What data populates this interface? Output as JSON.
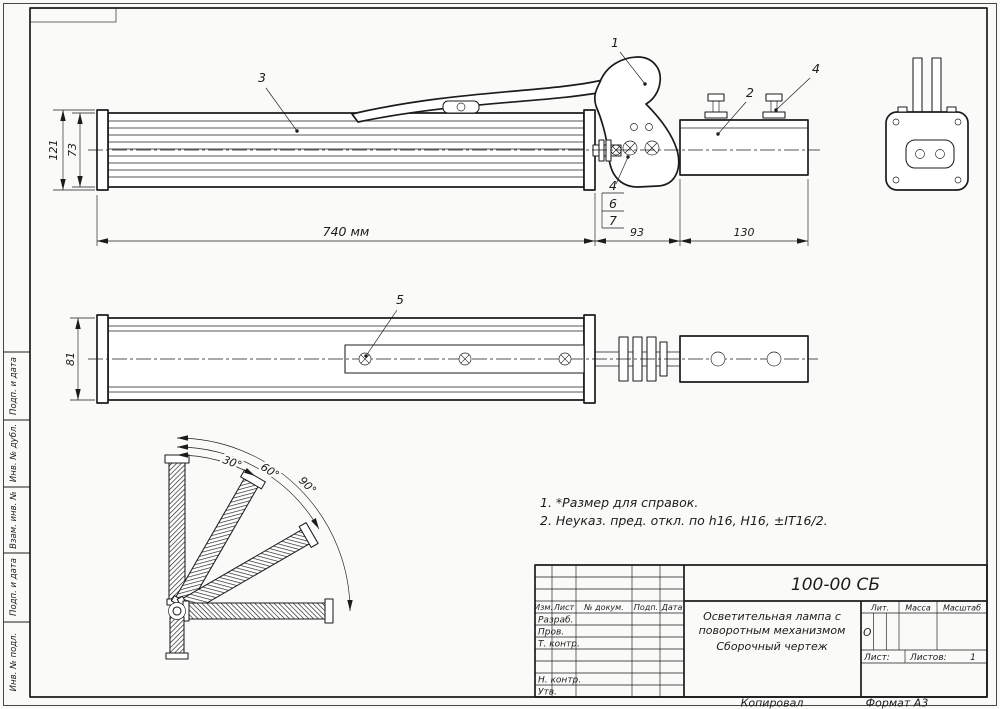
{
  "margins": {
    "copied": "Копировал",
    "format": "Формат  А3",
    "side_labels": [
      "Подп. и дата",
      "Инв. № дубл.",
      "Взам. инв. №",
      "Подп. и дата",
      "Инв. № подл."
    ]
  },
  "notes": [
    "1. *Размер для справок.",
    "2. Неуказ. пред. откл. по h16, Н16, ±IT16/2."
  ],
  "dimensions": {
    "d121": "121",
    "d73": "73",
    "d740": "740 мм",
    "d93": "93",
    "d130": "130",
    "d81": "81"
  },
  "angles": {
    "a30": "30°",
    "a60": "60°",
    "a90": "90°"
  },
  "callouts": {
    "c1": "1",
    "c2": "2",
    "c3": "3",
    "c4": "4",
    "c5": "5",
    "c6": "6",
    "c7": "7"
  },
  "title_block": {
    "doc_number": "100-00 СБ",
    "product_line1": "Осветительная лампа с",
    "product_line2": "поворотным механизмом",
    "doc_type": "Сборочный чертеж",
    "col_izm": "Изм.",
    "col_list": "Лист",
    "col_docnum": "№ докум.",
    "col_podp": "Подп.",
    "col_data": "Дата",
    "row_razrab": "Разраб.",
    "row_prov": "Пров.",
    "row_tkontr": "Т. контр.",
    "row_nkontr": "Н. контр.",
    "row_utv": "Утв.",
    "lit_label": "Лит.",
    "massa_label": "Масса",
    "masshtab_label": "Масштаб",
    "lit_value": "О",
    "list_label": "Лист:",
    "listov_label": "Листов:",
    "listov_value": "1"
  }
}
